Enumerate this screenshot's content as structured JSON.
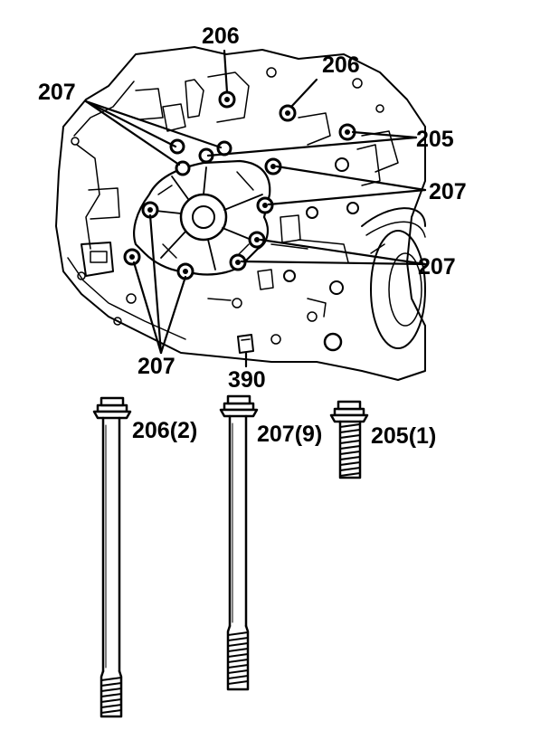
{
  "callouts": {
    "c206_top": "206",
    "c206_right": "206",
    "c207_upper_left": "207",
    "c205": "205",
    "c207_right_upper": "207",
    "c207_right_lower": "207",
    "c207_bottom": "207",
    "c390": "390"
  },
  "bolt_labels": {
    "b206": "206(2)",
    "b207": "207(9)",
    "b205": "205(1)"
  },
  "colors": {
    "ink": "#000000",
    "paper": "#ffffff"
  }
}
